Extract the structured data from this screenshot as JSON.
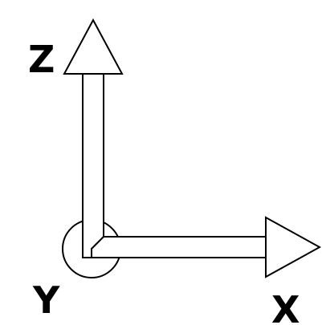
{
  "diagram": {
    "type": "coordinate-axes-triad",
    "labels": {
      "z": "Z",
      "y": "Y",
      "x": "X"
    },
    "colors": {
      "stroke": "#000000",
      "fill": "#ffffff",
      "background": "#ffffff"
    }
  }
}
